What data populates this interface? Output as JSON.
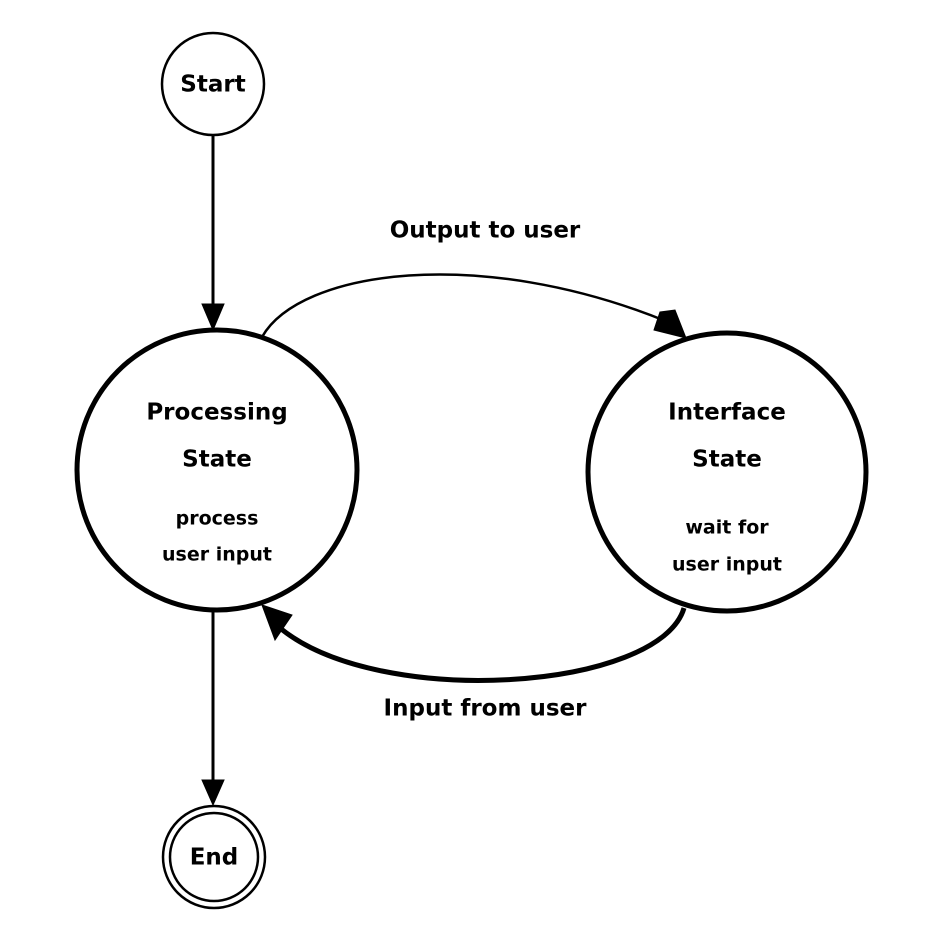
{
  "nodes": {
    "start": {
      "label": "Start"
    },
    "processing": {
      "title_line1": "Processing",
      "title_line2": "State",
      "desc_line1": "process",
      "desc_line2": "user input"
    },
    "interface": {
      "title_line1": "Interface",
      "title_line2": "State",
      "desc_line1": "wait for",
      "desc_line2": "user input"
    },
    "end": {
      "label": "End"
    }
  },
  "edges": {
    "output": {
      "label": "Output to user"
    },
    "input": {
      "label": "Input from user"
    }
  },
  "colors": {
    "stroke": "#000000",
    "background": "#ffffff"
  }
}
